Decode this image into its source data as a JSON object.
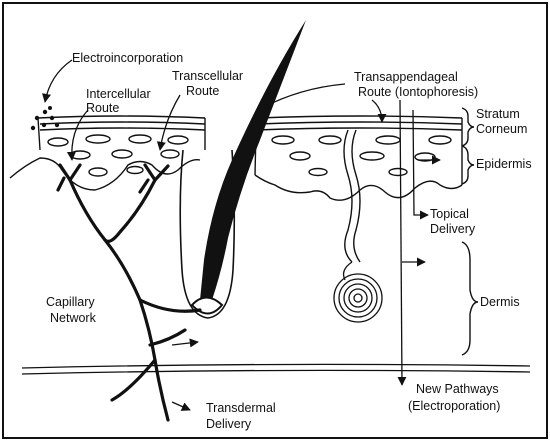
{
  "labels": {
    "electroincorporation": "Electroincorporation",
    "intercellular_1": "Intercellular",
    "intercellular_2": "Route",
    "transcellular_1": "Transcellular",
    "transcellular_2": "Route",
    "transappendageal_1": "Transappendageal",
    "transappendageal_2": "Route  (Iontophoresis)",
    "stratum_1": "Stratum",
    "stratum_2": "Corneum",
    "epidermis": "Epidermis",
    "topical_1": "Topical",
    "topical_2": "Delivery",
    "dermis": "Dermis",
    "capillary_1": "Capillary",
    "capillary_2": "Network",
    "new_pathways_1": "New Pathways",
    "new_pathways_2": "(Electroporation)",
    "transdermal_1": "Transdermal",
    "transdermal_2": "Delivery"
  },
  "colors": {
    "ink": "#111111",
    "background": "#ffffff"
  }
}
